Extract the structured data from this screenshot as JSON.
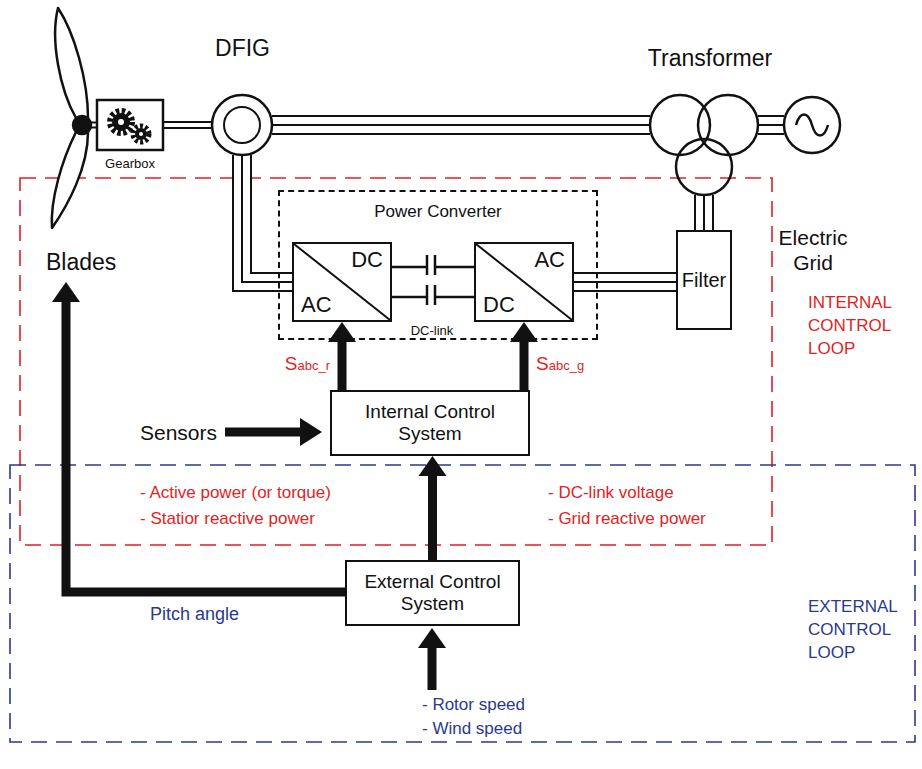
{
  "diagram": {
    "nodes": [
      {
        "text": [
          "Gearbox"
        ]
      },
      {
        "text": [
          "DFIG"
        ]
      },
      {
        "text": [
          "Power Converter"
        ]
      },
      {
        "text": [
          "DC",
          "AC"
        ],
        "in": 2
      },
      {
        "text": [
          "AC",
          "DC"
        ],
        "in": 2
      },
      {
        "text": [
          "Transformer"
        ]
      },
      {
        "text": [
          "Electric Grid"
        ]
      },
      {
        "text": [
          "Filter"
        ]
      },
      {
        "text": [
          "Internal Control System"
        ]
      },
      {
        "text": [
          "External Control System"
        ]
      }
    ],
    "edges": [
      {
        "from": 0,
        "to": 1,
        "arrow": "none"
      },
      {
        "from": 1,
        "to": 5,
        "arrow": "none"
      },
      {
        "from": 1,
        "to": 3,
        "arrow": "none"
      },
      {
        "from": 4,
        "to": 7,
        "arrow": "none"
      },
      {
        "from": 7,
        "to": 5,
        "arrow": "none"
      },
      {
        "from": 5,
        "to": 6,
        "arrow": "none"
      },
      {
        "from": 8,
        "to": 3,
        "label": "Sabc_r",
        "arrow": "to"
      },
      {
        "from": 8,
        "to": 4,
        "label": "Sabc_g",
        "arrow": "to"
      },
      {
        "from": 9,
        "to": 8,
        "arrow": "to"
      },
      {
        "from": 3,
        "to": 4,
        "arrow": "none"
      }
    ],
    "labels": [
      "Blades",
      "Sensors",
      "- Active power (or torque)",
      "- Statior reactive power",
      "- DC-link voltage",
      "- Grid reactive power",
      "Pitch angle",
      "- Rotor speed",
      "- Wind speed",
      "INTERNAL CONTROL LOOP",
      "EXTERNAL CONTROL LOOP",
      "DC-link"
    ]
  }
}
